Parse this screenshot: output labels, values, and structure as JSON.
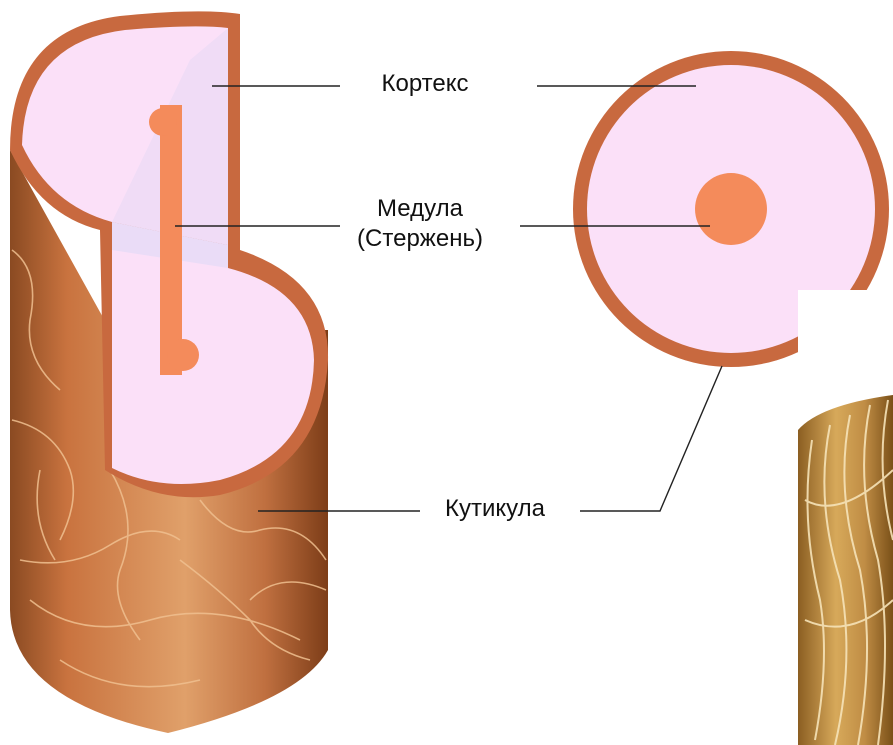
{
  "labels": {
    "cortex": "Кортекс",
    "medulla_line1": "Медула",
    "medulla_line2": "(Стержень)",
    "cuticle": "Кутикула"
  },
  "colors": {
    "cuticle_rim": "#c8693f",
    "cortex_fill": "#fbe0f8",
    "cut_face": "#f1dcf5",
    "medulla": "#f48b5b",
    "cylinder_dark": "#8f4a20",
    "cylinder_light": "#dc9a63",
    "leader_line": "#222222",
    "photo_gold": "#c99a4e"
  }
}
